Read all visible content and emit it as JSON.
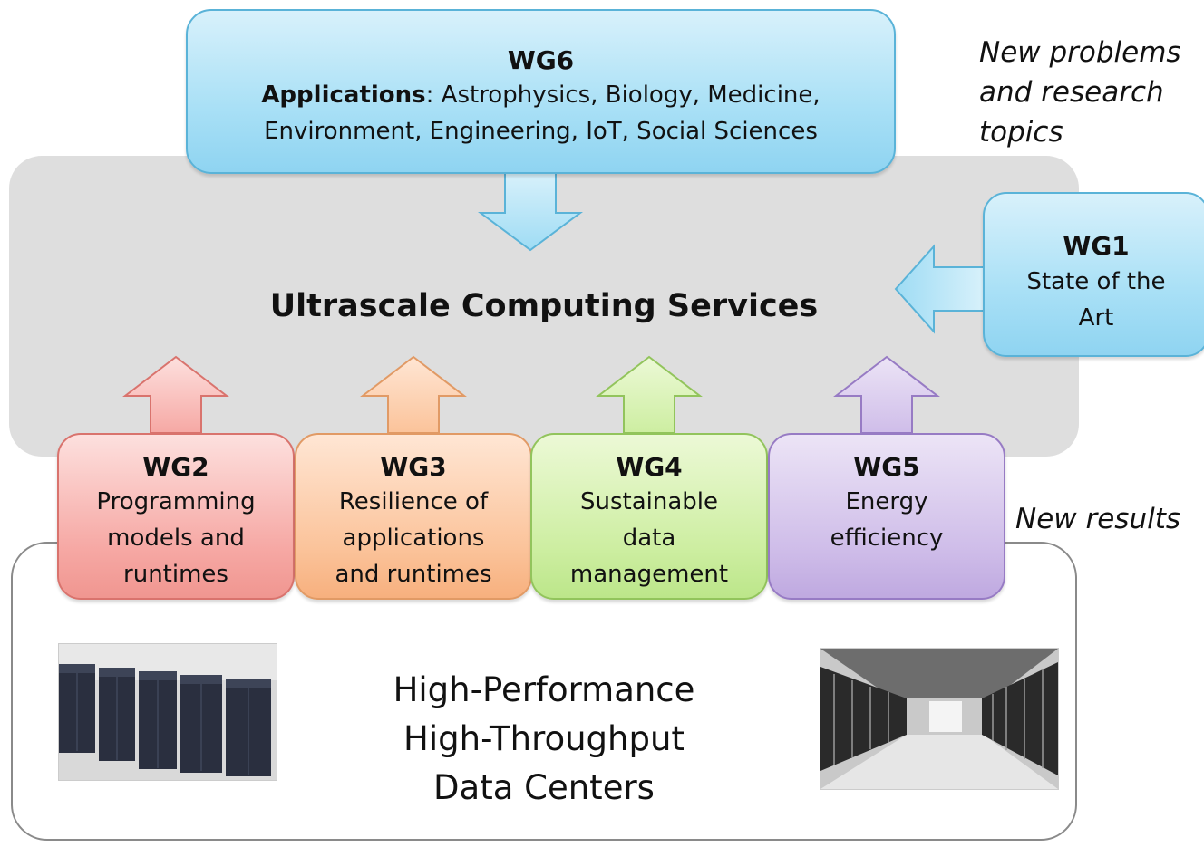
{
  "services": {
    "title": "Ultrascale Computing Services"
  },
  "wg6": {
    "title": "WG6",
    "lead": "Applications",
    "line1": ": Astrophysics, Biology, Medicine,",
    "line2": "Environment, Engineering, IoT, Social Sciences",
    "color": "#a9e0f6"
  },
  "wg1": {
    "title": "WG1",
    "line1": "State of the",
    "line2": "Art",
    "color": "#a9e0f6"
  },
  "groups": [
    {
      "title": "WG2",
      "lines": [
        "Programming",
        "models and",
        "runtimes"
      ],
      "color": "#f6a8a4"
    },
    {
      "title": "WG3",
      "lines": [
        "Resilience of",
        "applications",
        "and runtimes"
      ],
      "color": "#fbc39a"
    },
    {
      "title": "WG4",
      "lines": [
        "Sustainable",
        "data",
        "management"
      ],
      "color": "#cdeea1"
    },
    {
      "title": "WG5",
      "lines": [
        "Energy",
        "efficiency",
        ""
      ],
      "color": "#cfbde9"
    }
  ],
  "notes": {
    "top": [
      "New problems",
      "and research",
      "topics"
    ],
    "bottom": "New results"
  },
  "datacenters": {
    "lines": [
      "High-Performance",
      "High-Throughput",
      "Data Centers"
    ]
  }
}
